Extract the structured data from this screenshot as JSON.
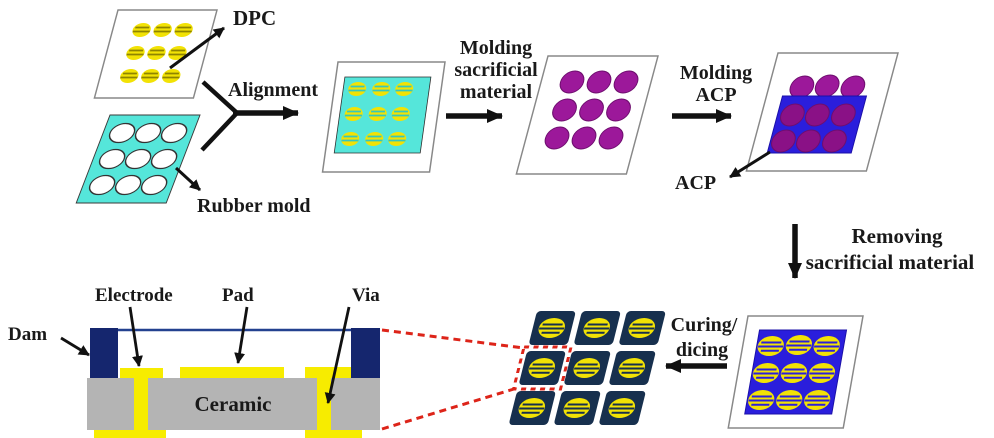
{
  "figure": {
    "title_hint": "DPC packaging process flow diagram",
    "steps": {
      "dpc_label": "DPC",
      "rubber_mold_label": "Rubber mold",
      "alignment": "Alignment",
      "molding_sacrificial": [
        "Molding",
        "sacrificial",
        "material"
      ],
      "molding_acp": [
        "Molding",
        "ACP"
      ],
      "acp_callout": "ACP",
      "removing": [
        "Removing",
        "sacrificial material"
      ],
      "curing": [
        "Curing/",
        "dicing"
      ]
    },
    "cross_section": {
      "dam": "Dam",
      "electrode": "Electrode",
      "pad": "Pad",
      "via": "Via",
      "ceramic": "Ceramic"
    },
    "colors": {
      "chip_yellow": "#F2E205",
      "pad_yellow": "#F7EC00",
      "mold_cyan": "#55E6DA",
      "sacrificial_purple": "#9C189A",
      "sacrificial_purple_dark": "#8A1186",
      "acp_blue": "#2A1EDC",
      "dam_navy": "#15266E",
      "tile_navy": "#17304E",
      "ceramic_gray": "#B4B4B4",
      "highlight_red": "#DD2419",
      "arrow_black": "#111111",
      "plate_white": "#FFFFFF"
    }
  }
}
